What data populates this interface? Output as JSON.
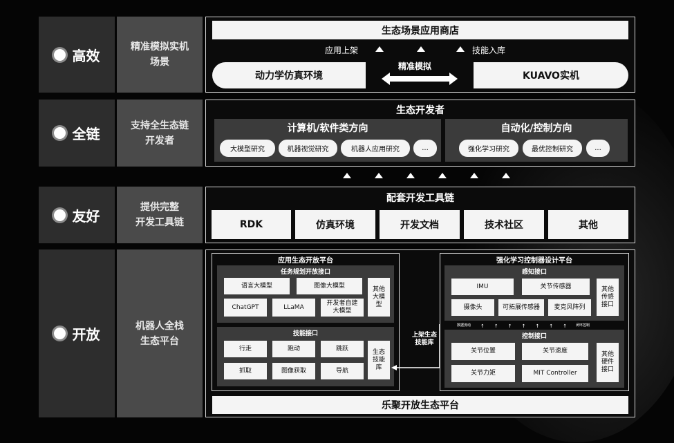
{
  "rows": [
    {
      "tag": "高效",
      "desc": [
        "精准模拟实机",
        "场景"
      ]
    },
    {
      "tag": "全链",
      "desc": [
        "支持全生态链",
        "开发者"
      ]
    },
    {
      "tag": "友好",
      "desc": [
        "提供完整",
        "开发工具链"
      ]
    },
    {
      "tag": "开放",
      "desc": [
        "机器人全栈",
        "生态平台"
      ]
    }
  ],
  "row1": {
    "store": "生态场景应用商店",
    "left_label": "应用上架",
    "right_label": "技能入库",
    "left_pill": "动力学仿真环境",
    "right_pill": "KUAVO实机",
    "center_label": "精准模拟"
  },
  "row2": {
    "title": "生态开发者",
    "left_title": "计算机/软件类方向",
    "left_items": [
      "大模型研究",
      "机器视觉研究",
      "机器人应用研究",
      "..."
    ],
    "right_title": "自动化/控制方向",
    "right_items": [
      "强化学习研究",
      "最优控制研究",
      "..."
    ]
  },
  "row3": {
    "title": "配套开发工具链",
    "items": [
      "RDK",
      "仿真环境",
      "开发文档",
      "技术社区",
      "其他"
    ]
  },
  "row4": {
    "left_title": "应用生态开放平台",
    "task_title": "任务规划开放接口",
    "task_items": [
      "语言大模型",
      "图像大模型",
      "ChatGPT",
      "LLaMA",
      "开发者自建大模型",
      "其他大模型"
    ],
    "skill_title": "技能接口",
    "skill_items": [
      "行走",
      "跑动",
      "跳跃",
      "抓取",
      "图像获取",
      "导航"
    ],
    "skill_lib": "生态技能库",
    "middle_label": "上架生态技能库",
    "right_title": "强化学习控制器设计平台",
    "sense_title": "感知接口",
    "sense_items": [
      "IMU",
      "关节传感器",
      "摄像头",
      "可拓展传感器",
      "麦克风阵列",
      "其他传感接口"
    ],
    "flow_left": "数据流动",
    "flow_right": "闭环控制",
    "ctrl_title": "控制接口",
    "ctrl_items": [
      "关节位置",
      "关节速度",
      "关节力矩",
      "MIT Controller",
      "其他硬件接口"
    ],
    "bottom": "乐聚开放生态平台"
  },
  "colors": {
    "label_bg": "#2d2d2d",
    "desc_bg": "#4a4a4a",
    "box_bg": "#3b3b3b",
    "white": "#f4f4f4"
  }
}
